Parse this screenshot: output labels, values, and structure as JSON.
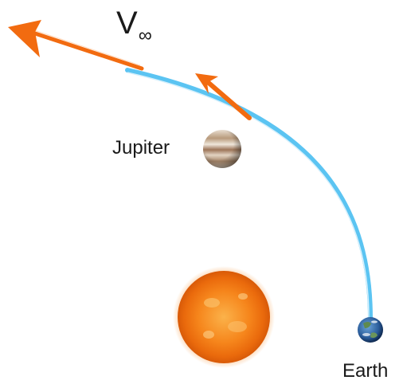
{
  "labels": {
    "velocity_symbol": "V",
    "velocity_subscript": "∞",
    "jupiter": "Jupiter",
    "earth": "Earth"
  },
  "icons": [
    "sun-icon",
    "jupiter-icon",
    "earth-icon"
  ],
  "colors": {
    "trajectory": "#5bc4f2",
    "velocity_arrow": "#f26b10",
    "sun": "#f07a10",
    "text": "#1a1a1a"
  }
}
